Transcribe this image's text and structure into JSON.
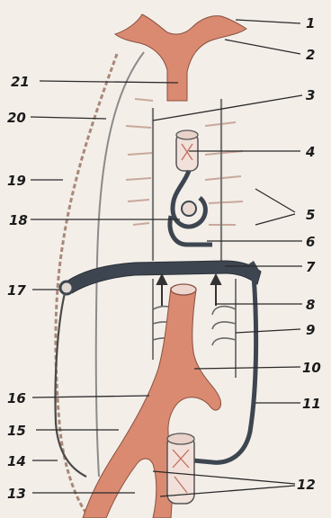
{
  "colors": {
    "background": "#f3eee8",
    "vessel_red": "#d98a70",
    "vein_dark": "#3d4650",
    "outline": "#4a4a4a",
    "ink": "#1c1c1c"
  },
  "labels": {
    "l1": "1",
    "l2": "2",
    "l3": "3",
    "l4": "4",
    "l5": "5",
    "l6": "6",
    "l7": "7",
    "l8": "8",
    "l9": "9",
    "l10": "10",
    "l11": "11",
    "l12": "12",
    "l13": "13",
    "l14": "14",
    "l15": "15",
    "l16": "16",
    "l17": "17",
    "l18": "18",
    "l19": "19",
    "l20": "20",
    "l21": "21"
  }
}
